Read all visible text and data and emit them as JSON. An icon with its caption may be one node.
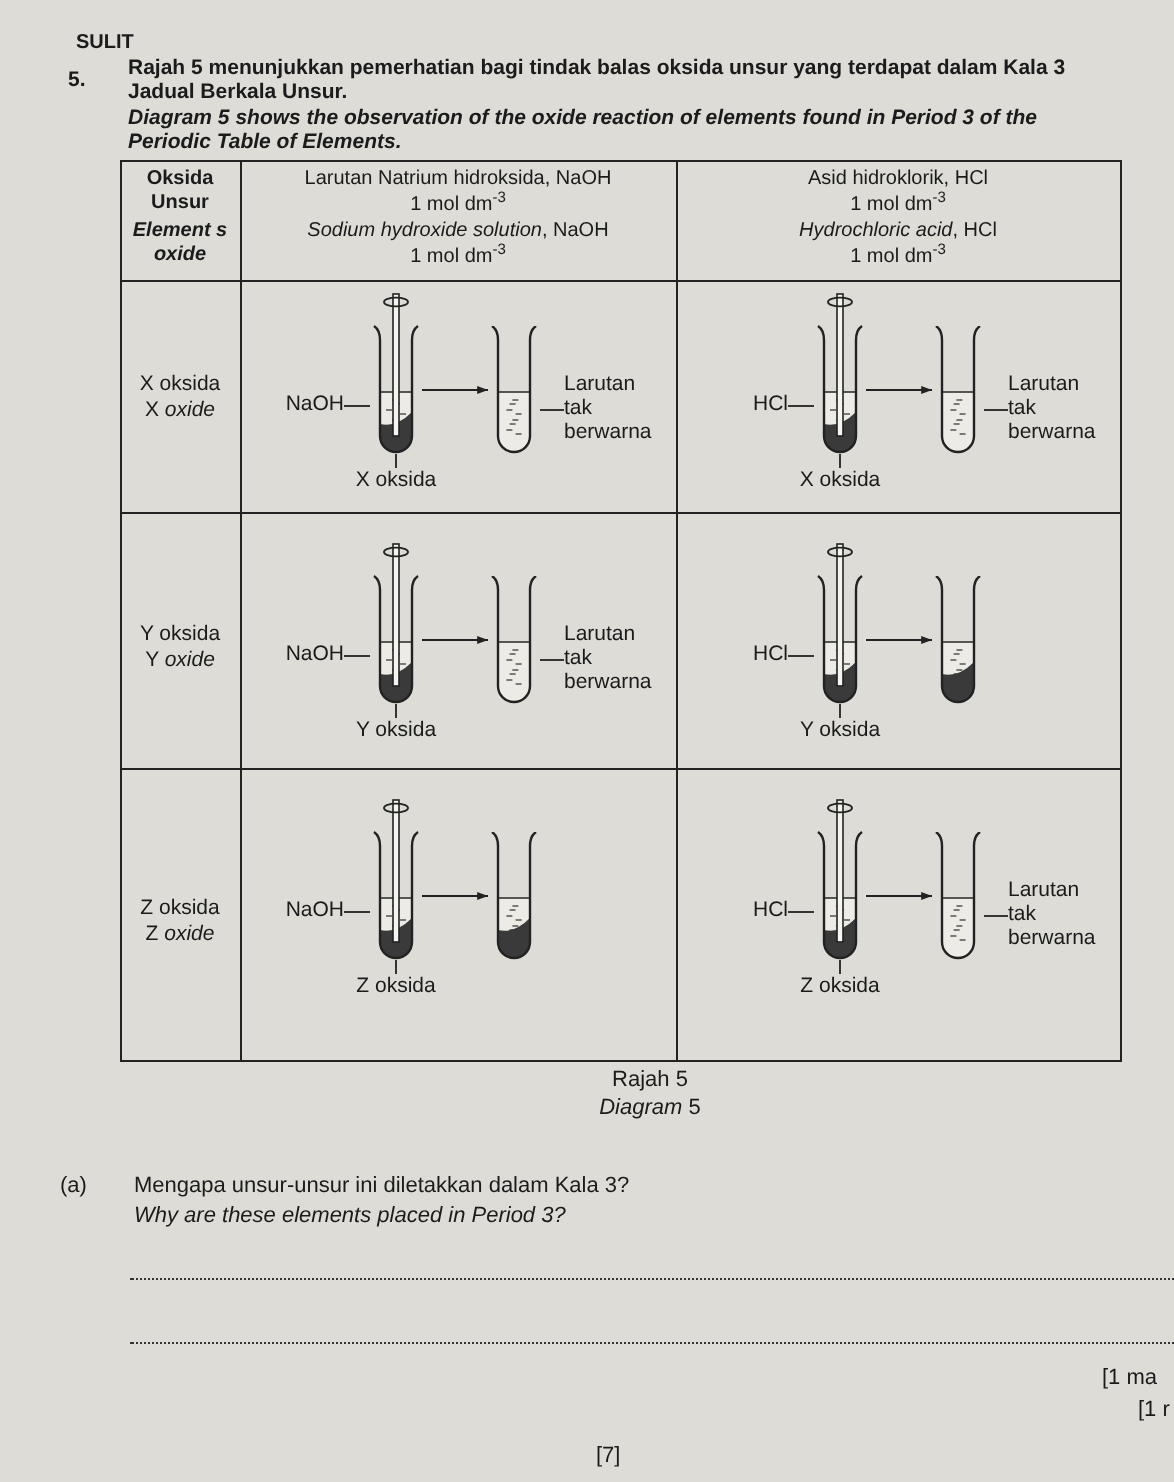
{
  "diagram": {
    "nodes": [
      {
        "text": [
          "NaOH"
        ]
      },
      {
        "text": [],
        "shape": "tube"
      },
      {
        "text": [],
        "shape": "tube"
      },
      {
        "text": [
          "Larutan tak berwarna"
        ]
      },
      {
        "text": [
          "X oksida"
        ]
      },
      {
        "text": [
          "HCl"
        ]
      },
      {
        "text": [],
        "shape": "tube"
      },
      {
        "text": [],
        "shape": "tube"
      },
      {
        "text": [
          "Larutan tak berwarna"
        ]
      },
      {
        "text": [
          "X oksida"
        ]
      },
      {
        "text": [
          "NaOH"
        ]
      },
      {
        "text": [],
        "shape": "tube"
      },
      {
        "text": [],
        "shape": "tube"
      },
      {
        "text": [
          "Larutan tak berwarna"
        ]
      },
      {
        "text": [
          "Y oksida"
        ]
      },
      {
        "text": [
          "HCl"
        ]
      },
      {
        "text": [],
        "shape": "tube"
      },
      {
        "text": [],
        "shape": "tube"
      },
      {
        "text": [
          "Y oksida"
        ]
      },
      {
        "text": [
          "NaOH"
        ]
      },
      {
        "text": [],
        "shape": "tube"
      },
      {
        "text": [],
        "shape": "tube"
      },
      {
        "text": [
          "Z oksida"
        ]
      },
      {
        "text": [
          "HCl"
        ]
      },
      {
        "text": [],
        "shape": "tube"
      },
      {
        "text": [],
        "shape": "tube"
      },
      {
        "text": [
          "Larutan tak berwarna"
        ]
      },
      {
        "text": [
          "Z oksida"
        ]
      }
    ],
    "edges": [
      {
        "from": 0,
        "to": 1,
        "arrow": "none"
      },
      {
        "from": 4,
        "to": 1,
        "arrow": "none"
      },
      {
        "from": 1,
        "to": 2,
        "arrow": "to"
      },
      {
        "from": 3,
        "to": 2,
        "arrow": "none"
      },
      {
        "from": 5,
        "to": 6,
        "arrow": "none"
      },
      {
        "from": 9,
        "to": 6,
        "arrow": "none"
      },
      {
        "from": 6,
        "to": 7,
        "arrow": "to"
      },
      {
        "from": 8,
        "to": 7,
        "arrow": "none"
      },
      {
        "from": 10,
        "to": 11,
        "arrow": "none"
      },
      {
        "from": 14,
        "to": 11,
        "arrow": "none"
      },
      {
        "from": 11,
        "to": 12,
        "arrow": "to"
      },
      {
        "from": 13,
        "to": 12,
        "arrow": "none"
      },
      {
        "from": 15,
        "to": 16,
        "arrow": "none"
      },
      {
        "from": 18,
        "to": 16,
        "arrow": "none"
      },
      {
        "from": 16,
        "to": 17,
        "arrow": "to"
      },
      {
        "from": 19,
        "to": 20,
        "arrow": "none"
      },
      {
        "from": 22,
        "to": 20,
        "arrow": "none"
      },
      {
        "from": 20,
        "to": 21,
        "arrow": "to"
      },
      {
        "from": 23,
        "to": 24,
        "arrow": "none"
      },
      {
        "from": 27,
        "to": 24,
        "arrow": "none"
      },
      {
        "from": 24,
        "to": 25,
        "arrow": "to"
      },
      {
        "from": 26,
        "to": 25,
        "arrow": "none"
      }
    ],
    "labels": [
      "SULIT",
      "5.",
      "Rajah 5 menunjukkan pemerhatian bagi tindak balas oksida unsur yang terdapat dalam Kala 3 Jadual Berkala Unsur.",
      "Diagram 5 shows the observation of the oxide reaction of elements found in Period 3 of the Periodic Table of Elements.",
      "Oksida Unsur",
      "Element s oxide",
      "Larutan Natrium hidroksida, NaOH",
      "1 mol dm$^{-3}$",
      "*Sodium hydroxide solution*, NaOH",
      "1 mol dm$^{-3}$",
      "Asid hidroklorik, HCl",
      "1 mol dm$^{-3}$",
      "*Hydrochloric acid*, HCl",
      "1 mol dm$^{-3}$",
      "X oksida",
      "X *oxide*",
      "Y oksida",
      "Y *oxide*",
      "Z oksida",
      "Z *oxide*",
      "Rajah 5",
      "*Diagram* 5",
      "(a)",
      "Mengapa unsur-unsur ini diletakkan dalam Kala 3?",
      "Why are these elements placed in Period 3?",
      "[1 ma",
      "[1 r",
      "[7]"
    ]
  }
}
